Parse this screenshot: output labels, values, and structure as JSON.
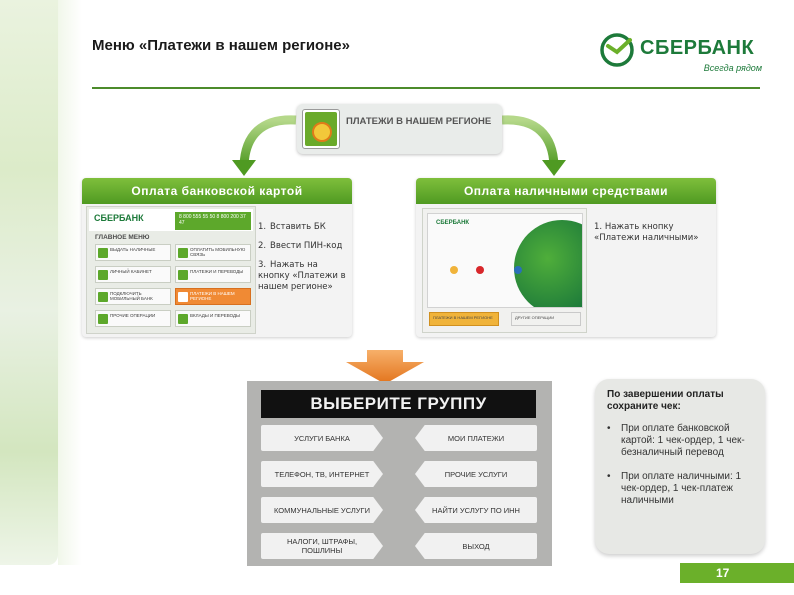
{
  "header": {
    "title": "Меню «Платежи в нашем регионе»",
    "logo_name": "СБЕРБАНК",
    "logo_slogan": "Всегда рядом"
  },
  "menu_item": {
    "label": "ПЛАТЕЖИ В НАШЕМ РЕГИОНЕ",
    "icon": "payments-region-icon"
  },
  "card_panel": {
    "title": "Оплата банковской картой",
    "atm": {
      "logo": "СБЕРБАНК",
      "phone": "8 800 555 55 50 8 800 200 37 47",
      "menu_title": "ГЛАВНОЕ МЕНЮ",
      "buttons": [
        "ВЫДАТЬ НАЛИЧНЫЕ",
        "ОПЛАТИТЬ МОБИЛЬНУЮ СВЯЗЬ",
        "ЛИЧНЫЙ КАБИНЕТ",
        "ПЛАТЕЖИ В НАШЕМ РЕГИОНЕ",
        "ПОДКЛЮЧИТЬ МОБИЛЬНЫЙ БАНК",
        "ПЛАТЕЖИ И ПЕРЕВОДЫ",
        "ПРОЧИЕ ОПЕРАЦИИ",
        "ВКЛАДЫ И ПЕРЕВОДЫ"
      ],
      "selected_button": "ПЛАТЕЖИ В НАШЕМ РЕГИОНЕ"
    },
    "steps": [
      {
        "num": "1.",
        "text": "Вставить БК"
      },
      {
        "num": "2.",
        "text": "Ввести ПИН-код"
      },
      {
        "num": "3.",
        "text": "Нажать на кнопку «Платежи в нашем регионе»"
      }
    ]
  },
  "cash_panel": {
    "title": "Оплата наличными средствами",
    "atm": {
      "logo": "СБЕРБАНК",
      "buttons": [
        "ПЛАТЕЖИ В НАШЕМ РЕГИОНЕ",
        "ДРУГИЕ ОПЕРАЦИИ"
      ]
    },
    "steps": [
      {
        "num": "1.",
        "text": "Нажать кнопку «Платежи наличными»"
      }
    ]
  },
  "group_screen": {
    "title": "ВЫБЕРИТЕ ГРУППУ",
    "buttons_left": [
      "УСЛУГИ БАНКА",
      "ТЕЛЕФОН, ТВ, ИНТЕРНЕТ",
      "КОММУНАЛЬНЫЕ УСЛУГИ",
      "НАЛОГИ, ШТРАФЫ, ПОШЛИНЫ"
    ],
    "buttons_right": [
      "МОИ ПЛАТЕЖИ",
      "ПРОЧИЕ УСЛУГИ",
      "НАЙТИ УСЛУГУ ПО ИНН",
      "ВЫХОД"
    ]
  },
  "note": {
    "title": "По завершении оплаты сохраните чек:",
    "items": [
      "При оплате банковской картой: 1 чек-ордер, 1 чек-безналичный перевод",
      "При оплате наличными: 1 чек-ордер, 1 чек-платеж наличными"
    ]
  },
  "page_number": "17",
  "colors": {
    "brand_green": "#1d7a3a",
    "panel_green": "#5da82b",
    "accent_orange": "#f08a34"
  }
}
